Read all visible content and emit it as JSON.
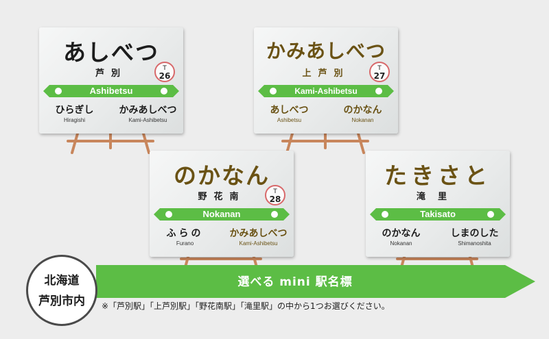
{
  "colors": {
    "band_green": "#5cbd45",
    "numbering_ring": "#d8686a",
    "easel": "#c8865c",
    "badge_border": "#4a4a4a"
  },
  "signs": [
    {
      "kana": "あしべつ",
      "kanji": "芦別",
      "numbering_prefix": "T",
      "numbering_no": "26",
      "romaji": "Ashibetsu",
      "left_kana": "ひらぎし",
      "left_romaji": "Hiragishi",
      "right_kana": "かみあしべつ",
      "right_romaji": "Kami-Ashibetsu"
    },
    {
      "kana": "かみあしべつ",
      "kanji": "上芦別",
      "numbering_prefix": "T",
      "numbering_no": "27",
      "romaji": "Kami-Ashibetsu",
      "left_kana": "あしべつ",
      "left_romaji": "Ashibetsu",
      "right_kana": "のかなん",
      "right_romaji": "Nokanan"
    },
    {
      "kana": "のかなん",
      "kanji": "野花南",
      "numbering_prefix": "T",
      "numbering_no": "28",
      "romaji": "Nokanan",
      "left_kana": "ふらの",
      "left_romaji": "Furano",
      "right_kana": "かみあしべつ",
      "right_romaji": "Kami-Ashibetsu"
    },
    {
      "kana": "たきさと",
      "kanji": "滝里",
      "romaji": "Takisato",
      "left_kana": "のかなん",
      "left_romaji": "Nokanan",
      "right_kana": "しまのした",
      "right_romaji": "Shimanoshita"
    }
  ],
  "badge": {
    "line1": "北海道",
    "line2": "芦別市内"
  },
  "banner": {
    "title": "選べる mini 駅名標",
    "note": "※「芦別駅」「上芦別駅」「野花南駅」「滝里駅」の中から1つお選びください。"
  }
}
